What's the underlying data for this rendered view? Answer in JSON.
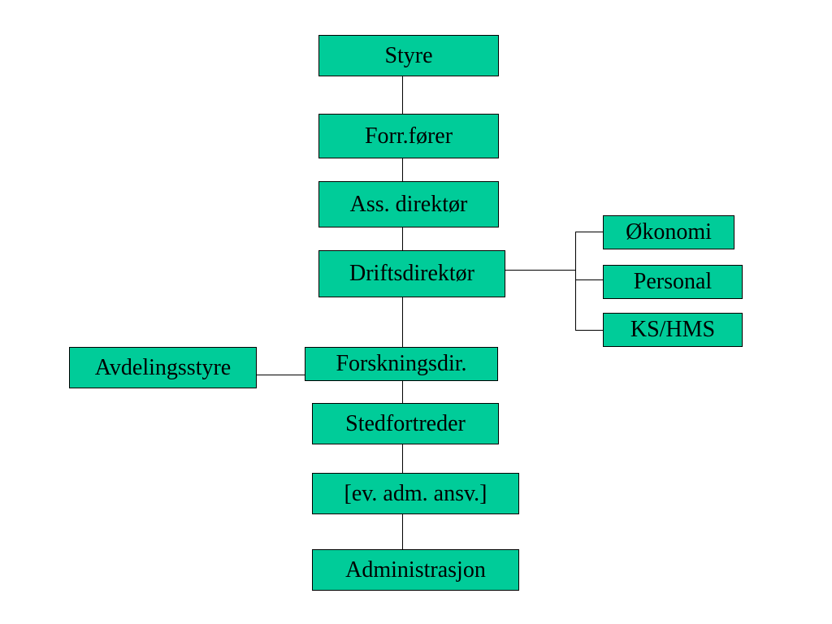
{
  "colors": {
    "box_fill": "#00cc99",
    "box_border": "#000000",
    "line": "#000000",
    "background": "#ffffff"
  },
  "org_chart": {
    "styre": "Styre",
    "forr_forer": "Forr.fører",
    "ass_direktor": "Ass. direktør",
    "driftsdirektor": "Driftsdirektør",
    "okonomi": "Økonomi",
    "personal": "Personal",
    "ks_hms": "KS/HMS",
    "forskningsdir": "Forskningsdir.",
    "avdelingsstyre": "Avdelingsstyre",
    "stedfortreder": "Stedfortreder",
    "ev_adm_ansv": "[ev. adm. ansv.]",
    "administrasjon": "Administrasjon"
  }
}
